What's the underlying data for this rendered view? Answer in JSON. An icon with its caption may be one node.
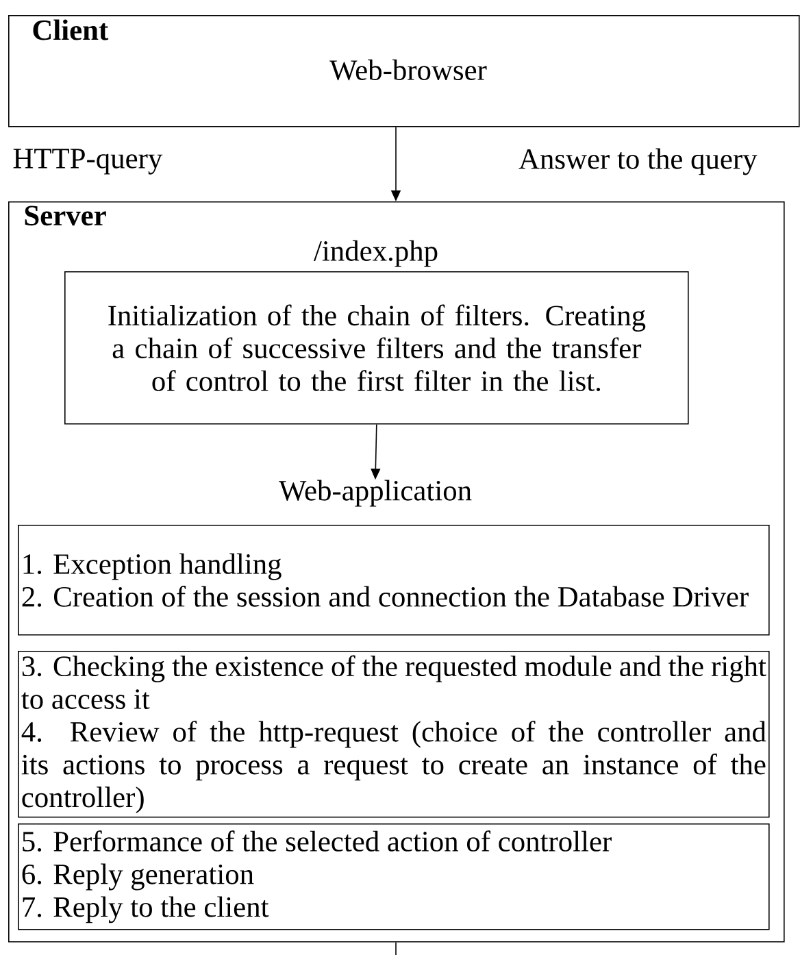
{
  "diagram": {
    "nodes": [
      {
        "text": [
          "Client",
          "Web-browser"
        ]
      },
      {
        "text": [
          "Server"
        ]
      },
      {
        "text": [
          "/index.php",
          "Initialization of the chain of filters. Creating a chain of successive filters and the transfer of control to the first filter in the list."
        ],
        "in": 1
      },
      {
        "text": [
          "Web-application"
        ],
        "in": 1
      },
      {
        "text": [
          "1. Exception handling",
          "2. Creation of the session and connection the Database Driver"
        ],
        "in": 1
      },
      {
        "text": [
          "3. Checking the existence of the requested module and the right to access it",
          "4. Review of the http-request (choice of the controller and its actions to process a request to create an instance of the controller)"
        ],
        "in": 1
      },
      {
        "text": [
          "5. Performance of the selected action of controller",
          "6. Reply generation",
          "7. Reply to the client"
        ],
        "in": 1
      }
    ],
    "edges": [
      {
        "from": 0,
        "to": 1,
        "arrow": "to"
      },
      {
        "from": 2,
        "to": 3,
        "arrow": "to"
      },
      {
        "from": 1,
        "to": null,
        "arrow": "none"
      }
    ],
    "labels": [
      "HTTP-query",
      "Answer to the query"
    ]
  }
}
